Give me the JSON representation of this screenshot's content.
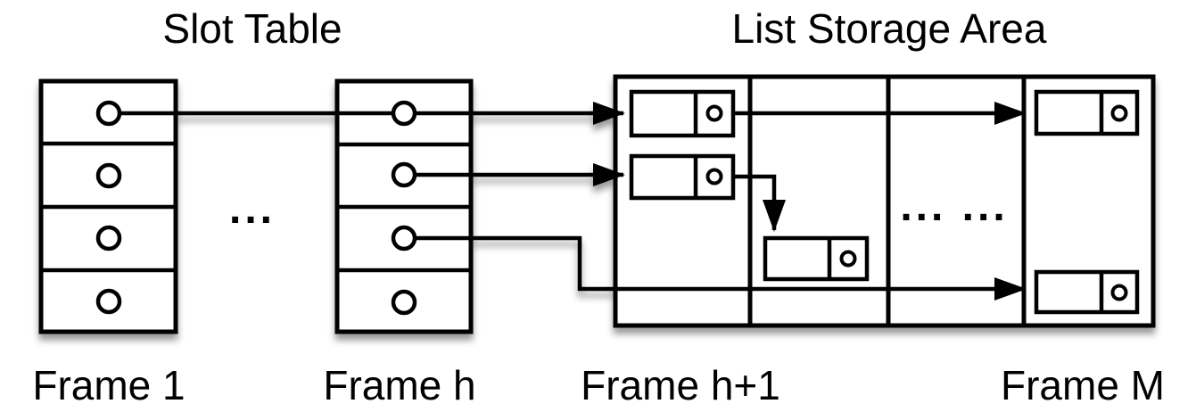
{
  "titles": {
    "slot_table": "Slot Table",
    "list_storage_area": "List Storage Area"
  },
  "frame_labels": {
    "frame_1": "Frame 1",
    "frame_h": "Frame h",
    "frame_h_plus_1": "Frame h+1",
    "frame_M": "Frame M"
  },
  "ellipsis": {
    "between_frames": "...",
    "within_storage": "... ..."
  },
  "colors": {
    "stroke": "#000000",
    "shape_fill": "#ffffff",
    "background": "#ffffff"
  },
  "structure": {
    "slot_table_frames": [
      {
        "label": "Frame 1",
        "slots": 4,
        "slots_with_outgoing_pointer": [
          1
        ]
      },
      {
        "label": "Frame h",
        "slots": 4,
        "slots_with_outgoing_pointer": [
          1,
          2,
          3
        ]
      }
    ],
    "storage_frames_labeled": [
      "Frame h+1",
      "Frame M"
    ],
    "list_node_count": 5,
    "pointers": [
      "Frame 1 slot 1 line runs through Frame h slot 1 into first node of Frame h+1",
      "Frame h slot 2 points to second node of Frame h+1",
      "Frame h slot 3 points to bottom node of Frame M",
      "Frame h+1 top node next-pointer points to top node of Frame M",
      "Frame h+1 second node next-pointer points down to node in following frame"
    ]
  }
}
